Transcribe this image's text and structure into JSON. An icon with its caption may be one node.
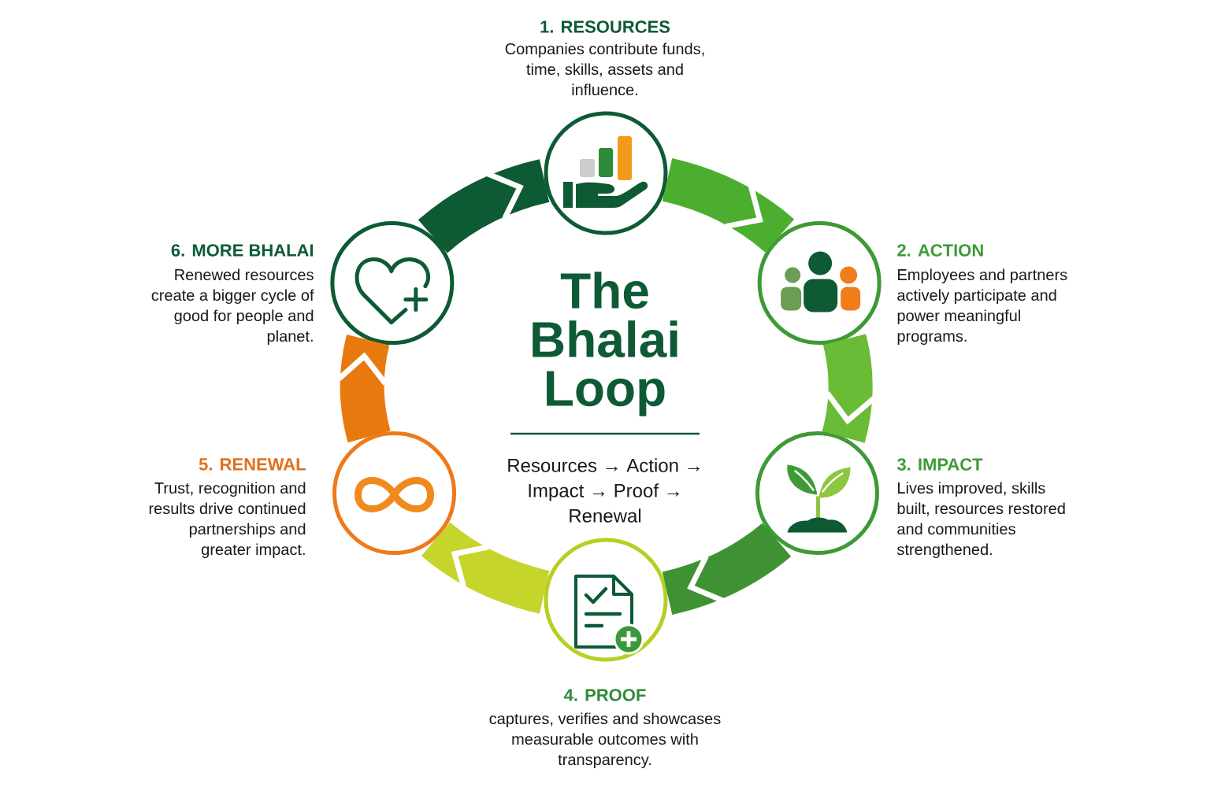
{
  "diagram": {
    "title": "The Bhalai Loop",
    "nodes": [
      {
        "text": [],
        "shape": "circle",
        "beside": [
          "1. RESOURCES",
          "Companies contribute funds, time, skills, assets and influence."
        ]
      },
      {
        "text": [],
        "shape": "circle",
        "beside": [
          "2. ACTION",
          "Employees and partners actively participate and power meaningful programs."
        ]
      },
      {
        "text": [],
        "shape": "circle",
        "beside": [
          "3. IMPACT",
          "Lives improved, skills built, resources restored and communities strengthened."
        ]
      },
      {
        "text": [],
        "shape": "circle",
        "beside": [
          "4. PROOF",
          "captures, verifies and showcases measurable outcomes with transparency."
        ]
      },
      {
        "text": [],
        "shape": "circle",
        "beside": [
          "5. RENEWAL",
          "Trust, recognition and results drive continued partnerships and greater impact."
        ]
      },
      {
        "text": [],
        "shape": "circle",
        "beside": [
          "6. MORE BHALAI",
          "Renewed resources create a bigger cycle of good for people and planet."
        ]
      }
    ],
    "edges": [
      {
        "from": 0,
        "to": 1,
        "arrow": "to",
        "color": "#4cae2f"
      },
      {
        "from": 1,
        "to": 2,
        "arrow": "to",
        "color": "#6abb36"
      },
      {
        "from": 2,
        "to": 3,
        "arrow": "to",
        "color": "#3f9234"
      },
      {
        "from": 3,
        "to": 4,
        "arrow": "to",
        "color": "#c6d52c"
      },
      {
        "from": 4,
        "to": 5,
        "arrow": "to",
        "color": "#e8790f"
      },
      {
        "from": 5,
        "to": 0,
        "arrow": "to",
        "color": "#0d5a35"
      }
    ],
    "labels": [
      "Resources → Action → Impact → Proof → Renewal"
    ]
  }
}
